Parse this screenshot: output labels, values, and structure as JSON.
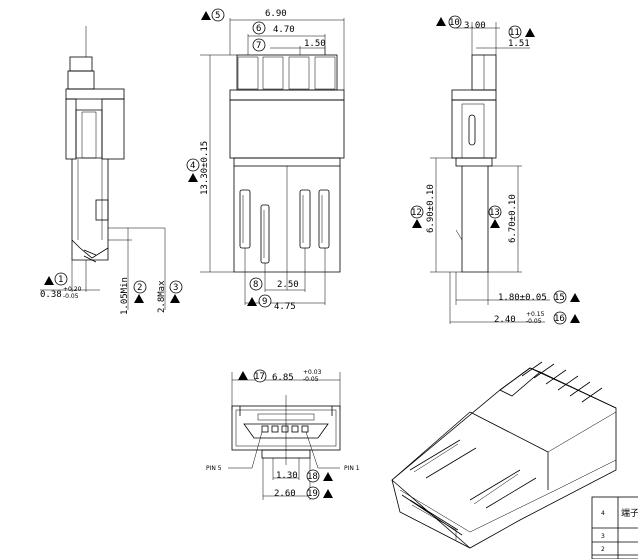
{
  "dimensions": {
    "d1": "0.38",
    "d1_tol_up": "+0.20",
    "d1_tol_low": "-0.05",
    "d2": "1.05Min",
    "d3": "2.8Max",
    "d4": "13.30±0.15",
    "d5": "6.90",
    "d6": "4.70",
    "d7": "1.50",
    "d8": "2.50",
    "d9": "4.75",
    "d10": "3.00",
    "d11": "1.51",
    "d12": "6.90±0.10",
    "d13": "6.70±0.10",
    "d15": "1.80±0.05",
    "d16": "2.40",
    "d16_tol_up": "+0.15",
    "d16_tol_low": "-0.05",
    "d17": "6.85",
    "d17_tol_up": "+0.03",
    "d17_tol_low": "-0.05",
    "d18": "1.30",
    "d19": "2.60"
  },
  "balloons": [
    "1",
    "2",
    "3",
    "4",
    "5",
    "6",
    "7",
    "8",
    "9",
    "10",
    "11",
    "12",
    "13",
    "15",
    "16",
    "17",
    "18",
    "19"
  ],
  "pins": {
    "pin5": "PIN 5",
    "pin1": "PIN 1"
  },
  "table": {
    "rows": [
      {
        "no": "4",
        "name": "端子"
      },
      {
        "no": "3",
        "name": ""
      },
      {
        "no": "2",
        "name": ""
      }
    ]
  },
  "icons": [
    "triangle-marker-icon"
  ]
}
